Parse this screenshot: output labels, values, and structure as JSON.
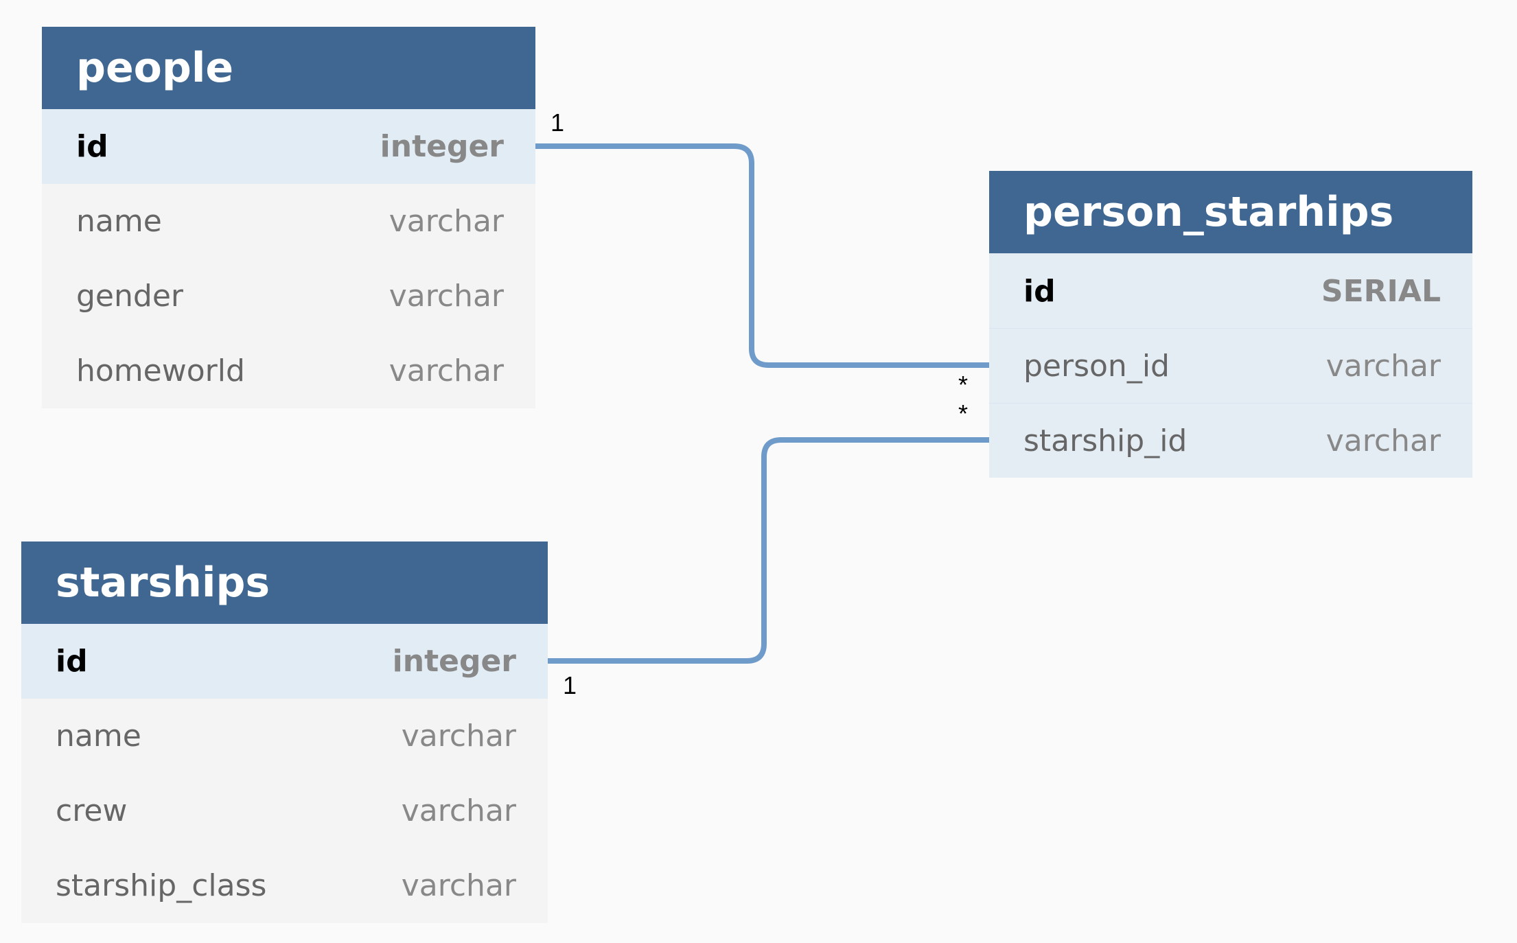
{
  "tables": {
    "people": {
      "name": "people",
      "columns": [
        {
          "name": "id",
          "type": "integer",
          "primary": true
        },
        {
          "name": "name",
          "type": "varchar"
        },
        {
          "name": "gender",
          "type": "varchar"
        },
        {
          "name": "homeworld",
          "type": "varchar"
        }
      ]
    },
    "person_starhips": {
      "name": "person_starhips",
      "columns": [
        {
          "name": "id",
          "type": "SERIAL",
          "primary": true
        },
        {
          "name": "person_id",
          "type": "varchar"
        },
        {
          "name": "starship_id",
          "type": "varchar"
        }
      ]
    },
    "starships": {
      "name": "starships",
      "columns": [
        {
          "name": "id",
          "type": "integer",
          "primary": true
        },
        {
          "name": "name",
          "type": "varchar"
        },
        {
          "name": "crew",
          "type": "varchar"
        },
        {
          "name": "starship_class",
          "type": "varchar"
        }
      ]
    }
  },
  "relationships": [
    {
      "from_table": "people",
      "from_column": "id",
      "to_table": "person_starhips",
      "to_column": "person_id",
      "from_cardinality": "1",
      "to_cardinality": "*"
    },
    {
      "from_table": "starships",
      "from_column": "id",
      "to_table": "person_starhips",
      "to_column": "starship_id",
      "from_cardinality": "1",
      "to_cardinality": "*"
    }
  ],
  "colors": {
    "header": "#3f6791",
    "primary_row": "#e1ecf4",
    "row": "#f4f4f4",
    "relation_line": "#6e9bc9",
    "background": "#fafafa"
  }
}
